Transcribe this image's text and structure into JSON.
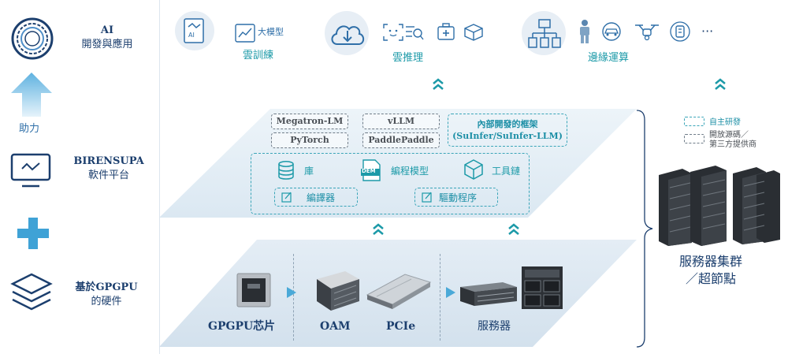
{
  "left": {
    "ai_title": "AI",
    "ai_subtitle": "開發與應用",
    "boost_label": "助力",
    "software_title": "BIRENSUPA",
    "software_subtitle": "軟件平台",
    "hardware_title": "基於GPGPU",
    "hardware_subtitle": "的硬件"
  },
  "top": {
    "ai_icon_text": "AI",
    "large_model": "大模型",
    "cloud_training": "雲訓練",
    "cloud_inference": "雲推理",
    "edge_computing": "邊緣運算",
    "ellipsis": "···"
  },
  "software": {
    "frameworks": [
      "Megatron-LM",
      "vLLM",
      "PyTorch",
      "PaddlePaddle"
    ],
    "inhouse_line1": "內部開發的框架",
    "inhouse_line2": "(SuInfer/SuInfer-LLM)",
    "library": "庫",
    "dem_icon_text": "DEM",
    "programming_model": "編程模型",
    "toolchain": "工具鏈",
    "compiler": "編譯器",
    "driver": "驅動程序"
  },
  "hardware": {
    "chip": "GPGPU芯片",
    "oam": "OAM",
    "pcie": "PCIe",
    "server": "服務器"
  },
  "legend": {
    "self_developed": "自主研發",
    "open_source_line1": "開放源碼／",
    "open_source_line2": "第三方提供商"
  },
  "cluster": {
    "line1": "服務器集群",
    "line2": "／超節點"
  },
  "colors": {
    "navy": "#1c3f6e",
    "teal": "#1c9aa8",
    "panel": "#e9f1f7"
  }
}
